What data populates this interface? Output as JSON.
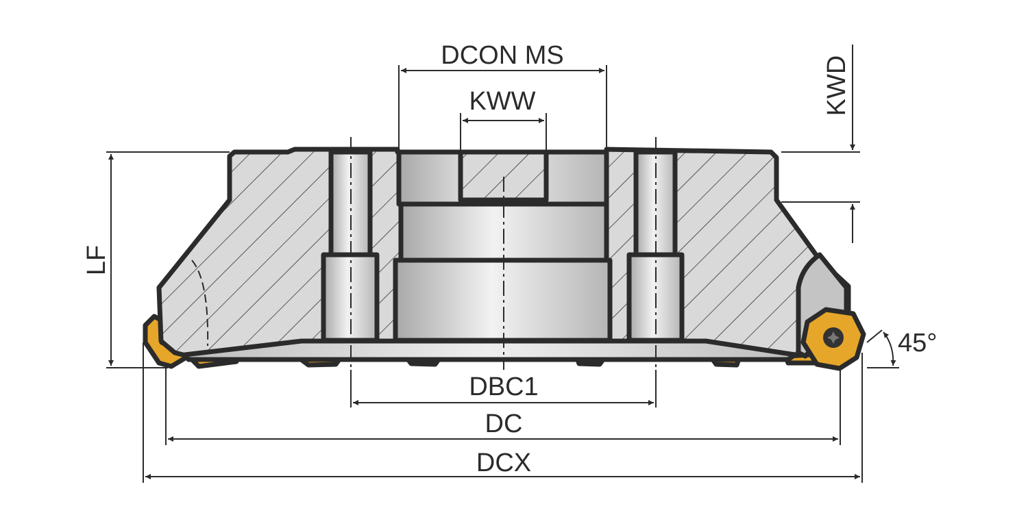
{
  "title": "Face milling cutter dimension drawing",
  "dimensions": {
    "dcon_ms": "DCON MS",
    "kww": "KWW",
    "kwd": "KWD",
    "lf": "LF",
    "dbc1": "DBC1",
    "dc": "DC",
    "dcx": "DCX",
    "angle": "45°"
  },
  "colors": {
    "outline": "#2b2b2b",
    "section_fill": "#d9d9d9",
    "insert": "#e5a62a",
    "pocket": "#c4c4c4"
  }
}
